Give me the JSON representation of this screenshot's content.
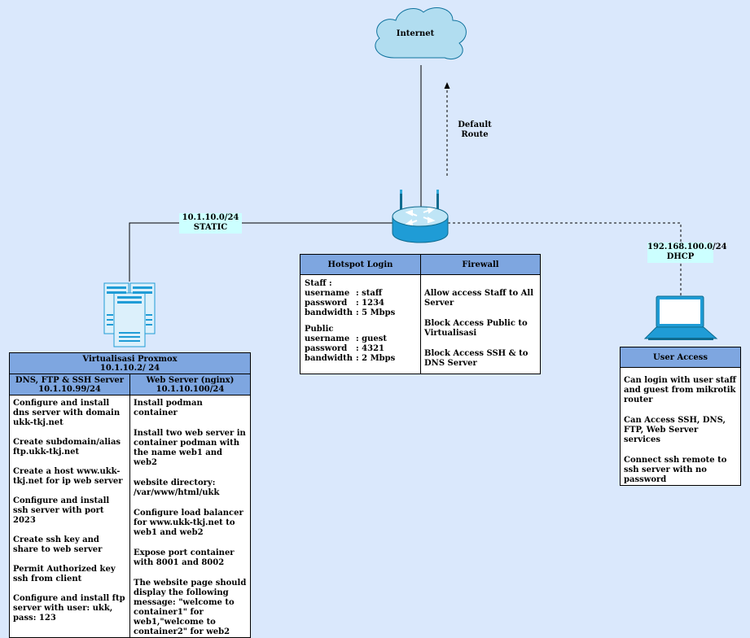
{
  "internet_label": "Internet",
  "default_route": [
    "Default",
    "Route"
  ],
  "static_link": {
    "subnet": "10.1.10.0/24",
    "mode": "STATIC"
  },
  "dhcp_link": {
    "subnet": "192.168.100.0/24",
    "mode": "DHCP"
  },
  "router_table": {
    "hotspot_header": "Hotspot Login",
    "firewall_header": "Firewall",
    "staff": {
      "title": "Staff :",
      "rows": [
        [
          "username",
          ": staff"
        ],
        [
          "password",
          ": 1234"
        ],
        [
          "bandwidth",
          ": 5 Mbps"
        ]
      ]
    },
    "public": {
      "title": "Public",
      "rows": [
        [
          "username",
          ": guest"
        ],
        [
          "password",
          ": 4321"
        ],
        [
          "bandwidth",
          ": 2 Mbps"
        ]
      ]
    },
    "firewall_rules": [
      "Allow access Staff to All Server",
      "Block Access Public to Virtualisasi",
      "Block Access SSH & to DNS Server"
    ]
  },
  "proxmox": {
    "title": "Virtualisasi Proxmox",
    "ip": "10.1.10.2/ 24",
    "dns_title": "DNS, FTP & SSH Server",
    "dns_ip": "10.1.10.99/24",
    "web_title": "Web Server (nginx)",
    "web_ip": "10.1.10.100/24",
    "dns_tasks": [
      "Configure and install dns server with domain ukk-tkj.net",
      "Create subdomain/alias ftp.ukk-tkj.net",
      "Create a host www.ukk-tkj.net for ip web server",
      "Configure and install ssh server with port 2023",
      "Create ssh key and share to web server",
      "Permit Authorized key ssh from client",
      "Configure and install ftp server with user: ukk, pass: 123"
    ],
    "web_tasks": [
      "Install podman container",
      "Install two web server in container podman with the name web1 and web2",
      "website directory: /var/www/html/ukk",
      "Configure load balancer for www.ukk-tkj.net to web1 and web2",
      "Expose port container with 8001 and 8002",
      "The website page should display the following message: \"welcome to container1\" for web1,\"welcome to container2\" for web2"
    ]
  },
  "user_access": {
    "title": "User Access",
    "items": [
      "Can login with user staff and guest from mikrotik router",
      "Can Access SSH, DNS, FTP, Web Server services",
      "Connect ssh remote to ssh server with no password"
    ]
  }
}
